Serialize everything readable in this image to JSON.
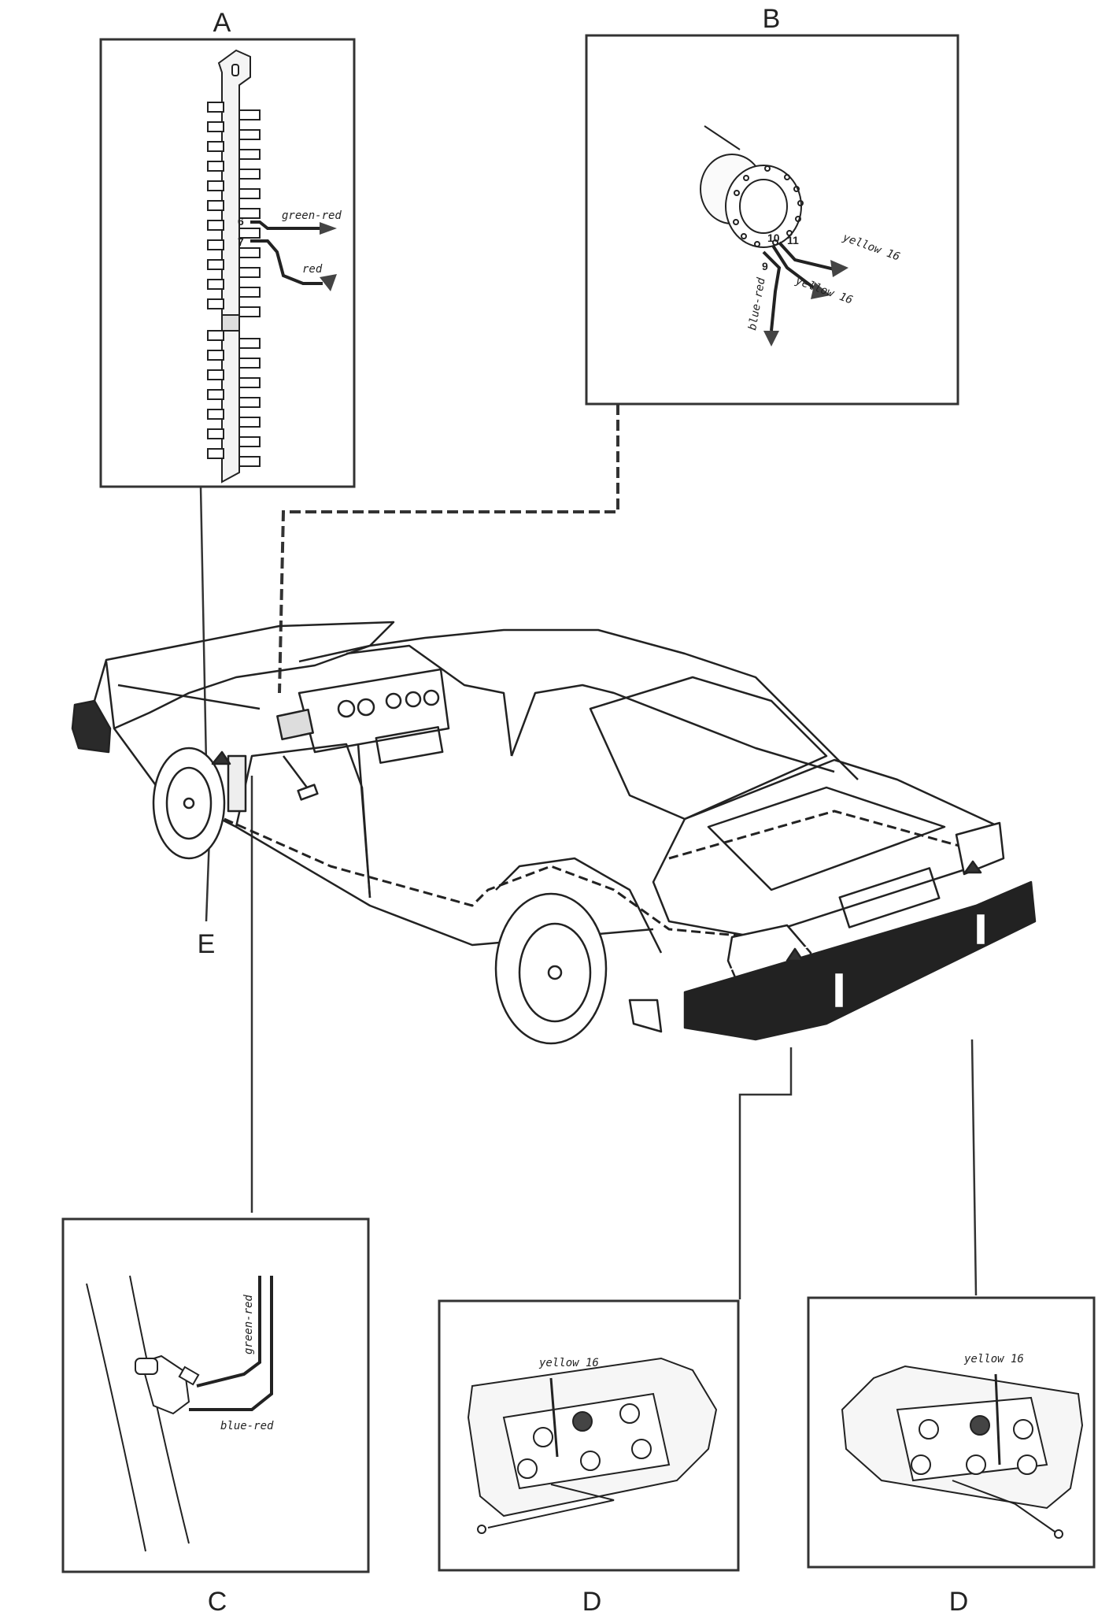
{
  "panels": {
    "a": {
      "letter": "A",
      "pin_6": "6",
      "pin_7": "7",
      "wire_1": "green-red",
      "wire_2": "red"
    },
    "b": {
      "letter": "B",
      "pin_9": "9",
      "pin_10": "10",
      "pin_11": "11",
      "wire_1": "yellow 16",
      "wire_2": "yellow 16",
      "wire_3": "blue-red"
    },
    "c": {
      "letter": "C",
      "wire_1": "green-red",
      "wire_2": "blue-red"
    },
    "d_left": {
      "letter": "D",
      "wire": "yellow 16"
    },
    "d_right": {
      "letter": "D",
      "wire": "yellow 16"
    },
    "e": {
      "letter": "E"
    }
  }
}
